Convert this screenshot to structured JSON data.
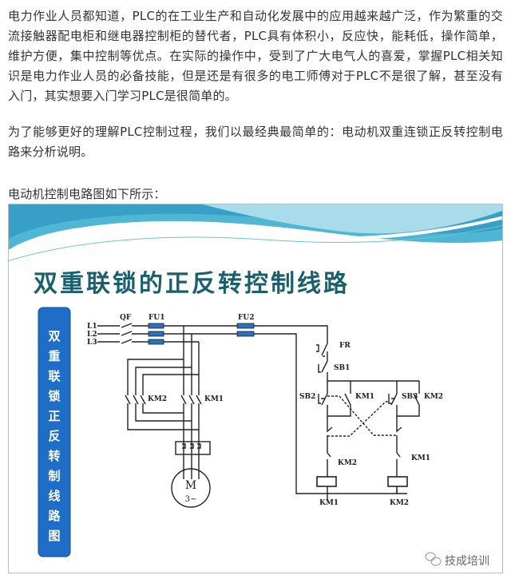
{
  "article": {
    "paragraphs": [
      "电力作业人员都知道，PLC的在工业生产和自动化发展中的应用越来越广泛，作为繁重的交流接触器配电柜和继电器控制柜的替代者，PLC具有体积小，反应快，能耗低，操作简单，维护方便，集中控制等优点。在实际的操作中，受到了广大电气人的喜爱，掌握PLC相关知识是电力作业人员的必备技能，但是还是有很多的电工师傅对于PLC不是很了解，甚至没有入门，其实想要入门学习PLC是很简单的。",
      "为了能够更好的理解PLC控制过程，我们以最经典最简单的：电动机双重连锁正反转控制电路来分析说明。",
      "电动机控制电路图如下所示："
    ]
  },
  "figure": {
    "title": "双重联锁的正反转控制线路",
    "side_banner": [
      "双",
      "重",
      "联",
      "锁",
      "正",
      "反",
      "转",
      "制",
      "线",
      "路",
      "图"
    ],
    "labels": {
      "l1": "L1",
      "l2": "L2",
      "l3": "L3",
      "qf": "QF",
      "fu1": "FU1",
      "fu2": "FU2",
      "km2_main": "KM2",
      "km1_main": "KM1",
      "motor": "M",
      "motor_phase": "3~",
      "fr": "FR",
      "sb1": "SB1",
      "sb2": "SB2",
      "sb3": "SB3",
      "km1_aux": "KM1",
      "km2_aux": "KM2",
      "km2_nc": "KM2",
      "km1_nc": "KM1",
      "coil_km1": "KM1",
      "coil_km2": "KM2"
    },
    "watermark": "技成培训",
    "colors": {
      "title": "#1a5f6e",
      "banner": "#1e6ec8",
      "fuse": "#2d6fb8",
      "wave": "#4fb6d4"
    }
  }
}
